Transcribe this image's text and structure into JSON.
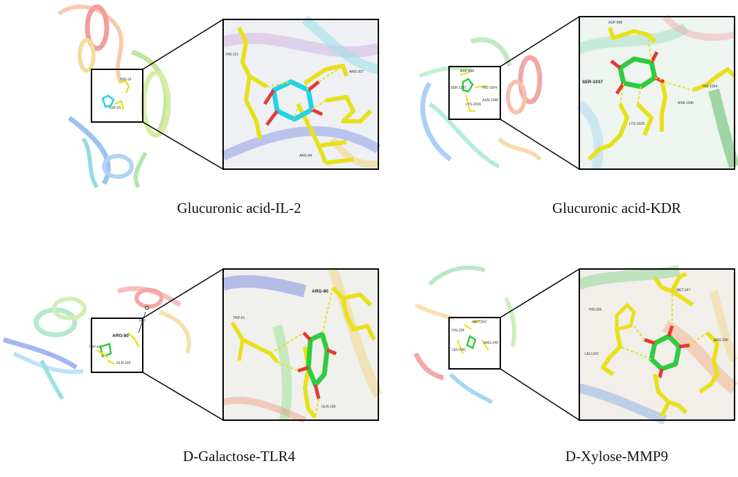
{
  "panels": [
    {
      "caption": "Glucuronic acid-IL-2",
      "overview_labels": [
        "HIS-16",
        "ASP-20"
      ],
      "zoom_labels": [
        "HIS-121",
        "ARG-207",
        "ARG-64"
      ],
      "ligand_color": "#22d3e6"
    },
    {
      "caption": "Glucuronic acid-KDR",
      "overview_labels": [
        "ASP-998",
        "SER-1037",
        "HIS-1004",
        "ASN-1040",
        "LYS-1039"
      ],
      "zoom_labels": [
        "ASP-998",
        "SER-1037",
        "HIS-1004",
        "ASN-1040",
        "LYS-1039"
      ],
      "ligand_color": "#2ecc40"
    },
    {
      "caption": "D-Galactose-TLR4",
      "overview_labels": [
        "ARG-80",
        "TRP-61",
        "GLN-160",
        "14.0"
      ],
      "zoom_labels": [
        "ARG-80",
        "TRP-61",
        "GLN-160"
      ],
      "ligand_color": "#2ecc40"
    },
    {
      "caption": "D-Xylose-MMP9",
      "overview_labels": [
        "MET-247",
        "HIS-226",
        "ARG-249",
        "LEU-243"
      ],
      "zoom_labels": [
        "MET-247",
        "HIS-226",
        "ARG-249",
        "LEU-243"
      ],
      "ligand_color": "#2ecc40"
    }
  ],
  "colors": {
    "residue": "#e8e01a",
    "oxygen": "#e53935",
    "hbond": "#e8e01a",
    "frame": "#000000"
  }
}
